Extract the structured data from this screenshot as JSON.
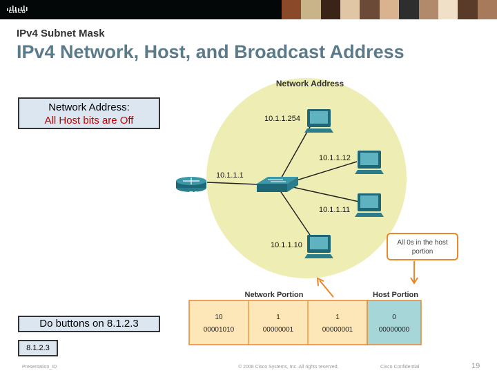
{
  "header": {
    "logo_text": "CISCO",
    "photo_colors": [
      "#8a4a2a",
      "#c9b48a",
      "#3a2418",
      "#e0c6a4",
      "#6b4a38",
      "#d9b390",
      "#2e2e2e",
      "#b08a6a",
      "#f0e0c8",
      "#5a3a28",
      "#a67a5a"
    ]
  },
  "slide": {
    "subtitle": "IPv4 Subnet Mask",
    "title": "IPv4 Network, Host, and Broadcast Address"
  },
  "callout": {
    "line1": "Network Address:",
    "line2": "All Host bits are Off"
  },
  "buttons": {
    "do_buttons": "Do buttons on 8.1.2.3",
    "address": "8.1.2.3"
  },
  "diagram": {
    "heading": "Network Address",
    "router_label": "R2",
    "router_ip": "10.1.1.1",
    "hosts": [
      "10.1.1.254",
      "10.1.1.12",
      "10.1.1.11",
      "10.1.1.10"
    ],
    "host_note_line1": "All 0s in the host",
    "host_note_line2": "portion",
    "network_portion_label": "Network Portion",
    "host_portion_label": "Host Portion",
    "octets": [
      {
        "decimal": "10",
        "binary": "00001010"
      },
      {
        "decimal": "1",
        "binary": "00000001"
      },
      {
        "decimal": "1",
        "binary": "00000001"
      },
      {
        "decimal": "0",
        "binary": "00000000"
      }
    ],
    "colors": {
      "circle": "#eeeeb4",
      "network_box": "#fde6b8",
      "host_box": "#a7d6d8",
      "accent": "#e9862a"
    }
  },
  "footer": {
    "left": "Presentation_ID",
    "center": "© 2008 Cisco Systems, Inc. All rights reserved.",
    "right": "Cisco Confidential",
    "page": "19"
  }
}
